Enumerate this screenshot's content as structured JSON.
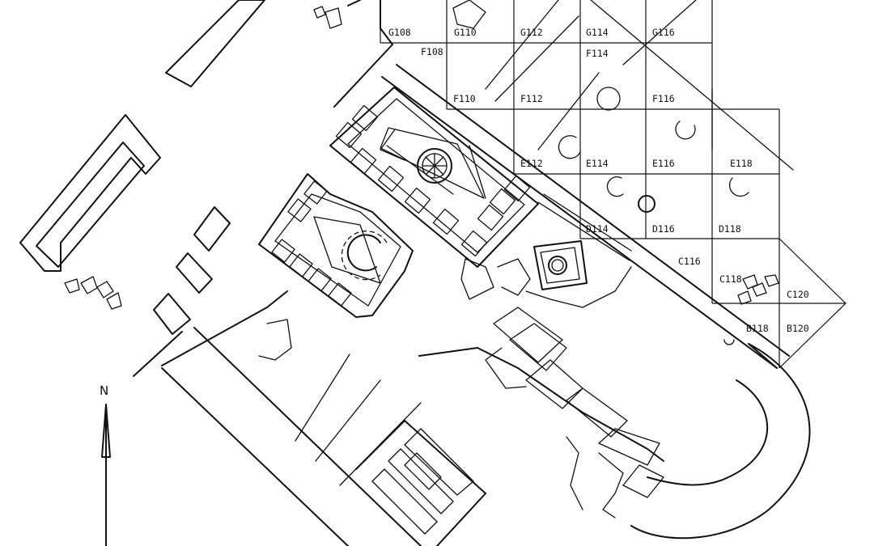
{
  "north_label": "N",
  "grid_labels": [
    {
      "id": "g108",
      "text": "G108"
    },
    {
      "id": "g110",
      "text": "G110"
    },
    {
      "id": "g112",
      "text": "G112"
    },
    {
      "id": "g114",
      "text": "G114"
    },
    {
      "id": "g116",
      "text": "G116"
    },
    {
      "id": "f108",
      "text": "F108"
    },
    {
      "id": "f114a",
      "text": "F114"
    },
    {
      "id": "f110",
      "text": "F110"
    },
    {
      "id": "f112",
      "text": "F112"
    },
    {
      "id": "f116",
      "text": "F116"
    },
    {
      "id": "e112",
      "text": "E112"
    },
    {
      "id": "e114",
      "text": "E114"
    },
    {
      "id": "e116",
      "text": "E116"
    },
    {
      "id": "e118",
      "text": "E118"
    },
    {
      "id": "d114",
      "text": "D114"
    },
    {
      "id": "d116",
      "text": "D116"
    },
    {
      "id": "d118",
      "text": "D118"
    },
    {
      "id": "c116",
      "text": "C116"
    },
    {
      "id": "c118",
      "text": "C118"
    },
    {
      "id": "c120",
      "text": "C120"
    },
    {
      "id": "b118",
      "text": "B118"
    },
    {
      "id": "b120",
      "text": "B120"
    }
  ]
}
